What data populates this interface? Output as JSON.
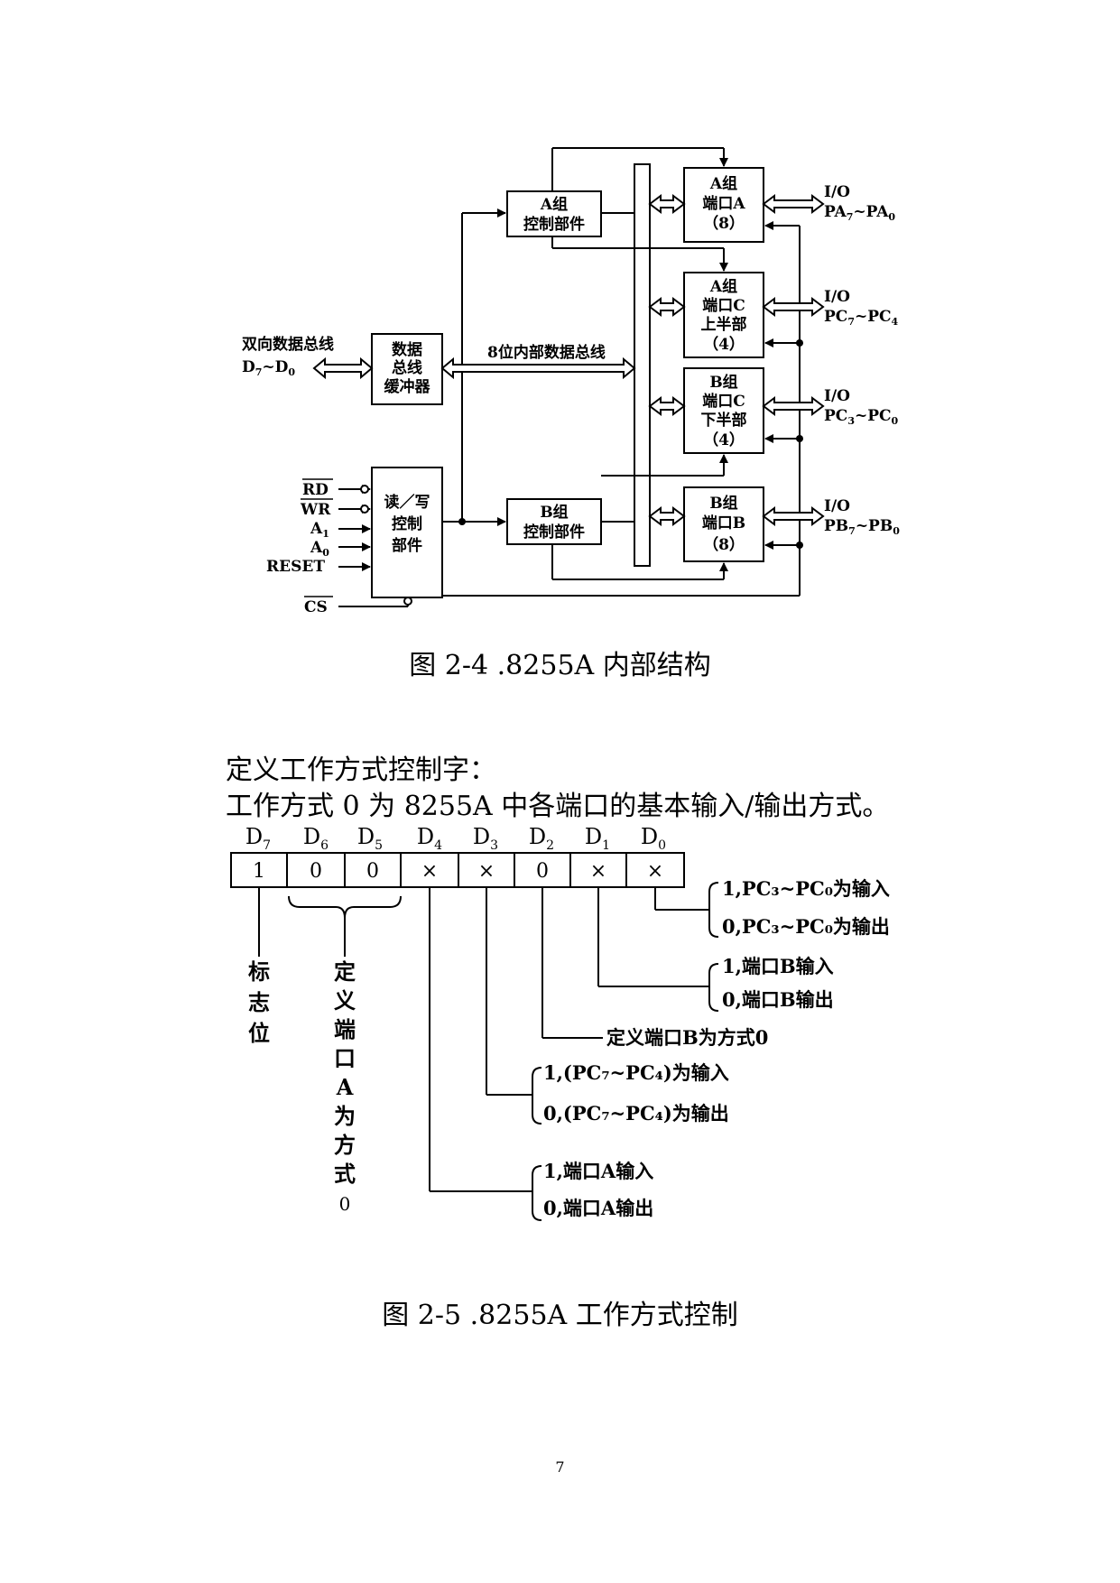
{
  "figure1": {
    "left_signals": {
      "bus_title": "双向数据总线",
      "bus_d": "D",
      "bus_sub7": "7",
      "bus_tilde": "~D",
      "bus_sub0": "0",
      "rd": "RD",
      "wr": "WR",
      "a1": "A",
      "a1_sub": "1",
      "a0": "A",
      "a0_sub": "0",
      "reset": "RESET",
      "cs": "CS"
    },
    "buffer": [
      "数据",
      "总线",
      "缓冲器"
    ],
    "rw_control": [
      "读／写",
      "控制",
      "部件"
    ],
    "group_a_control": [
      "A组",
      "控制部件"
    ],
    "group_b_control": [
      "B组",
      "控制部件"
    ],
    "internal_bus": "8位内部数据总线",
    "port_a": [
      "A组",
      "端口A",
      "（8）"
    ],
    "port_c_upper": [
      "A组",
      "端口C",
      "上半部",
      "（4）"
    ],
    "port_c_lower": [
      "B组",
      "端口C",
      "下半部",
      "（4）"
    ],
    "port_b": [
      "B组",
      "端口B",
      "（8）"
    ],
    "io": [
      {
        "io": "I/O",
        "pin": "PA",
        "s1": "7",
        "mid": "~PA",
        "s2": "0"
      },
      {
        "io": "I/O",
        "pin": "PC",
        "s1": "7",
        "mid": "~PC",
        "s2": "4"
      },
      {
        "io": "I/O",
        "pin": "PC",
        "s1": "3",
        "mid": "~PC",
        "s2": "0"
      },
      {
        "io": "I/O",
        "pin": "PB",
        "s1": "7",
        "mid": "~PB",
        "s2": "0"
      }
    ],
    "caption": "图 2-4 .8255A 内部结构"
  },
  "text": {
    "line1": "定义工作方式控制字：",
    "line2": "工作方式 0 为 8255A 中各端口的基本输入/输出方式。"
  },
  "figure2": {
    "bit_labels": [
      {
        "d": "D",
        "s": "7"
      },
      {
        "d": "D",
        "s": "6"
      },
      {
        "d": "D",
        "s": "5"
      },
      {
        "d": "D",
        "s": "4"
      },
      {
        "d": "D",
        "s": "3"
      },
      {
        "d": "D",
        "s": "2"
      },
      {
        "d": "D",
        "s": "1"
      },
      {
        "d": "D",
        "s": "0"
      }
    ],
    "bit_values": [
      "1",
      "0",
      "0",
      "×",
      "×",
      "0",
      "×",
      "×"
    ],
    "flag_label": [
      "标",
      "志",
      "位"
    ],
    "port_a_mode_label": [
      "定",
      "义",
      "端",
      "口",
      "A",
      "为",
      "方",
      "式",
      "0"
    ],
    "d0": {
      "in": "1,PC₃~PC₀为输入",
      "out": "0,PC₃~PC₀为输出"
    },
    "d1": {
      "in": "1,端口B输入",
      "out": "0,端口B输出"
    },
    "d2": "定义端口B为方式0",
    "d3": {
      "in": "1,(PC₇~PC₄)为输入",
      "out": "0,(PC₇~PC₄)为输出"
    },
    "d4": {
      "in": "1,端口A输入",
      "out": "0,端口A输出"
    },
    "caption": "图 2-5 .8255A 工作方式控制"
  },
  "page_number": "7"
}
